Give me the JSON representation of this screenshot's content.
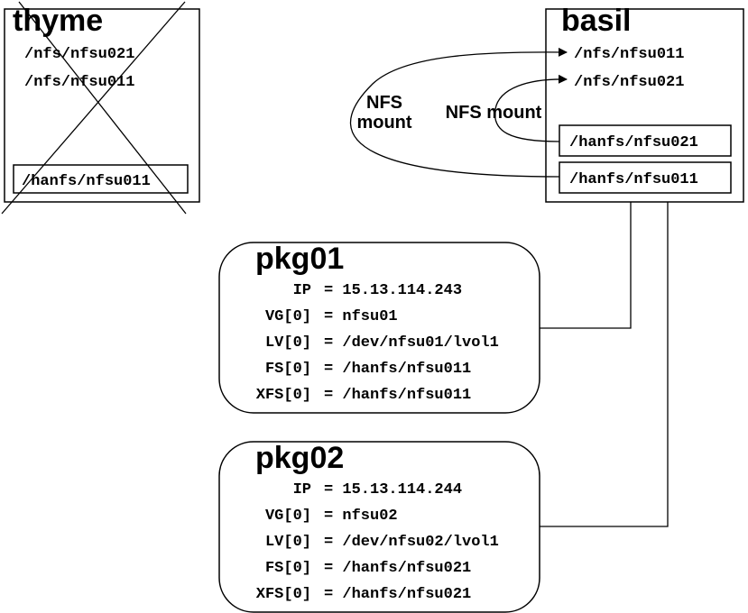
{
  "thyme": {
    "title": "thyme",
    "mounts": [
      "/nfs/nfsu021",
      "/nfs/nfsu011"
    ],
    "local_fs": "/hanfs/nfsu011",
    "status": "crossed-out"
  },
  "basil": {
    "title": "basil",
    "mounts": [
      "/nfs/nfsu011",
      "/nfs/nfsu021"
    ],
    "local_fs": [
      "/hanfs/nfsu021",
      "/hanfs/nfsu011"
    ]
  },
  "arrows": {
    "outer_label_line1": "NFS",
    "outer_label_line2": "mount",
    "inner_label": "NFS mount"
  },
  "packages": [
    {
      "name": "pkg01",
      "fields": [
        {
          "key": "IP",
          "value": "15.13.114.243"
        },
        {
          "key": "VG[0]",
          "value": "nfsu01"
        },
        {
          "key": "LV[0]",
          "value": "/dev/nfsu01/lvol1"
        },
        {
          "key": "FS[0]",
          "value": "/hanfs/nfsu011"
        },
        {
          "key": "XFS[0]",
          "value": "/hanfs/nfsu011"
        }
      ]
    },
    {
      "name": "pkg02",
      "fields": [
        {
          "key": "IP",
          "value": "15.13.114.244"
        },
        {
          "key": "VG[0]",
          "value": "nfsu02"
        },
        {
          "key": "LV[0]",
          "value": "/dev/nfsu02/lvol1"
        },
        {
          "key": "FS[0]",
          "value": "/hanfs/nfsu021"
        },
        {
          "key": "XFS[0]",
          "value": "/hanfs/nfsu021"
        }
      ]
    }
  ]
}
